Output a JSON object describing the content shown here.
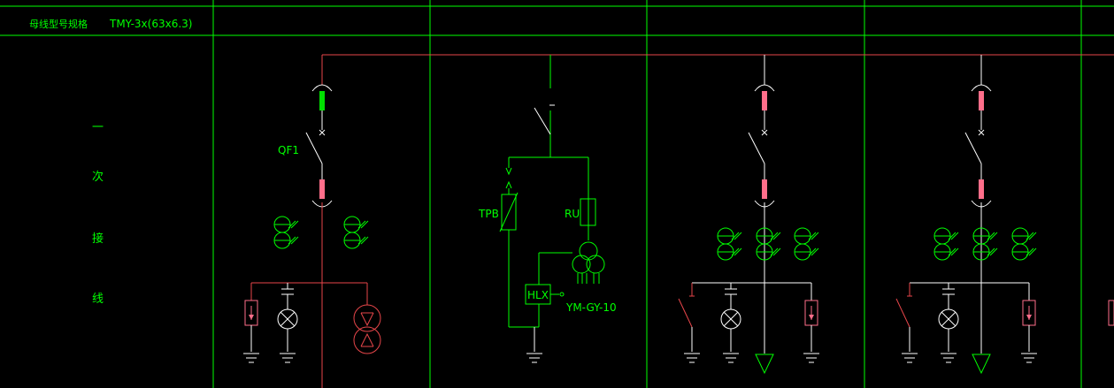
{
  "header": {
    "busbar_label": "母线型号规格",
    "busbar_spec": "TMY-3x(63x6.3)"
  },
  "side_label": {
    "line1": "一",
    "line2": "次",
    "line3": "接",
    "line4": "线"
  },
  "panel1": {
    "breaker_label": "QF1"
  },
  "panel2": {
    "tpb_label": "TPB",
    "ru_label": "RU",
    "hlx_label": "HLX",
    "ym_label": "YM-GY-10"
  },
  "colors": {
    "line": "#00ff00",
    "bus": "#e8464a",
    "breaker_closed": "#00e000",
    "breaker": "#ff6e8a",
    "background": "#000000"
  }
}
